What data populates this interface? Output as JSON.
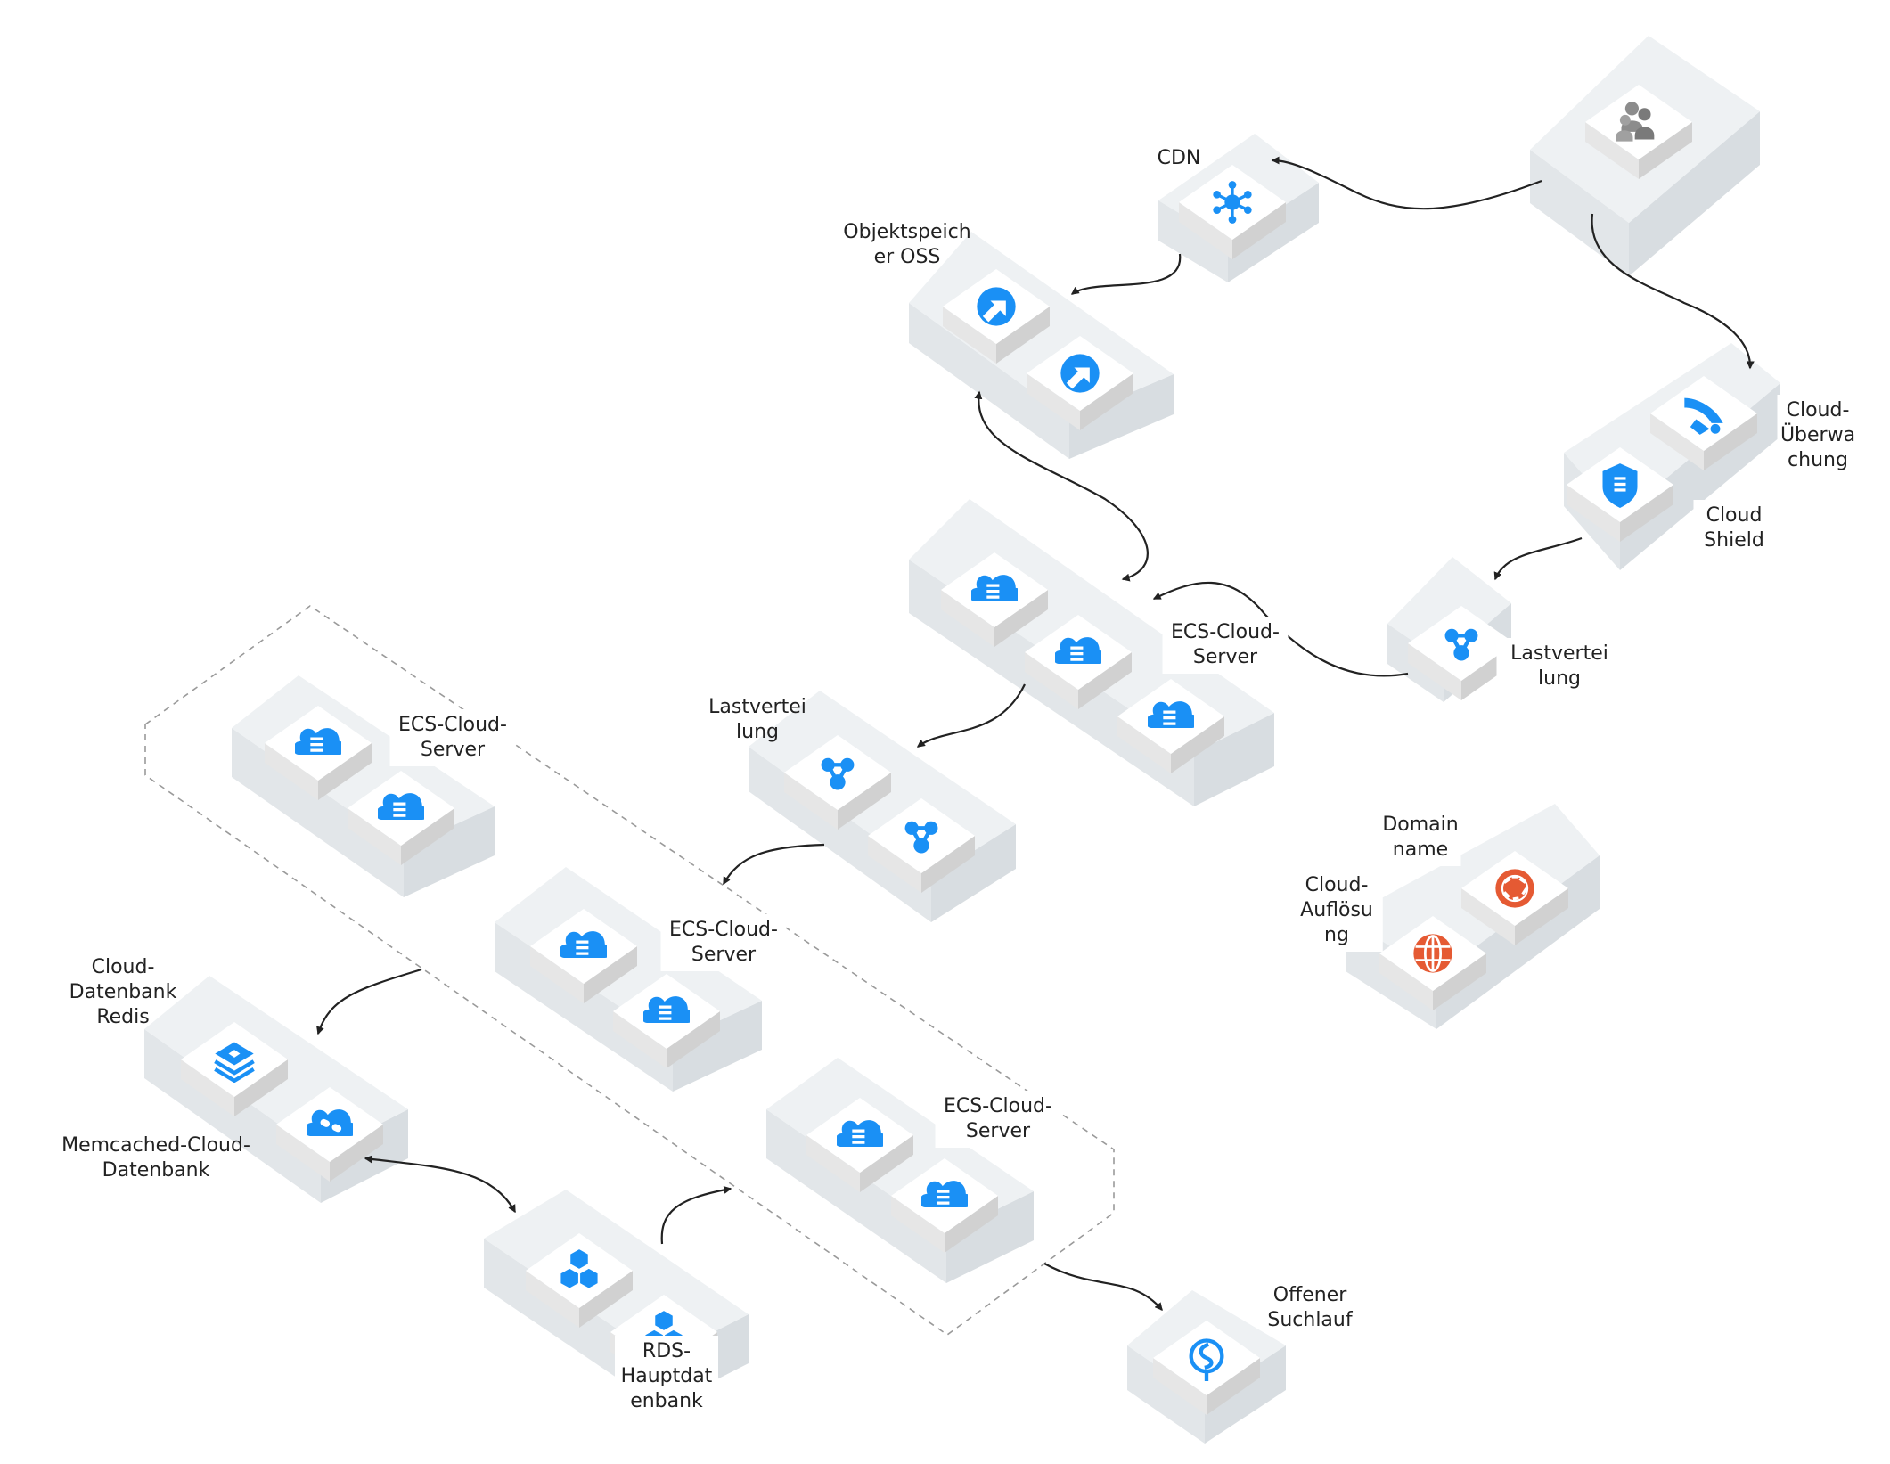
{
  "colors": {
    "platform": "#eef1f3",
    "tile": "#ffffff",
    "icon_blue": "#1a90f5",
    "icon_orange": "#e55a33",
    "icon_gray": "#8c8c8c",
    "arrow": "#222222",
    "group_border": "#9a9a9a"
  },
  "labels": {
    "cdn": [
      "CDN"
    ],
    "oss": [
      "Objektspeich",
      "er OSS"
    ],
    "monitor": [
      "Cloud-",
      "Überwa",
      "chung"
    ],
    "shield": [
      "Cloud",
      "Shield"
    ],
    "slb_right": [
      "Lastvertei",
      "lung"
    ],
    "ecs_top": [
      "ECS-Cloud-",
      "Server"
    ],
    "slb_mid": [
      "Lastvertei",
      "lung"
    ],
    "ecs_group_top": [
      "ECS-Cloud-",
      "Server"
    ],
    "ecs_group_mid": [
      "ECS-Cloud-",
      "Server"
    ],
    "ecs_group_bottom": [
      "ECS-Cloud-",
      "Server"
    ],
    "redis": [
      "Cloud-",
      "Datenbank",
      "Redis"
    ],
    "memcached": [
      "Memcached-Cloud-",
      "Datenbank"
    ],
    "rds": [
      "RDS-",
      "Hauptdat",
      "enbank"
    ],
    "domain": [
      "Domain",
      "name"
    ],
    "dns": [
      "Cloud-",
      "Auflösu",
      "ng"
    ],
    "search": [
      "Offener",
      "Suchlauf"
    ]
  },
  "icons": {
    "users": "users-icon",
    "cdn": "cdn-icon",
    "oss": "oss-icon",
    "monitor": "cloud-monitor-icon",
    "shield": "cloud-shield-icon",
    "slb": "load-balancer-icon",
    "ecs": "ecs-server-icon",
    "redis": "redis-icon",
    "memcached": "memcached-icon",
    "rds": "rds-icon",
    "domain": "dns-domain-icon",
    "dns": "globe-icon",
    "search": "open-search-icon"
  }
}
